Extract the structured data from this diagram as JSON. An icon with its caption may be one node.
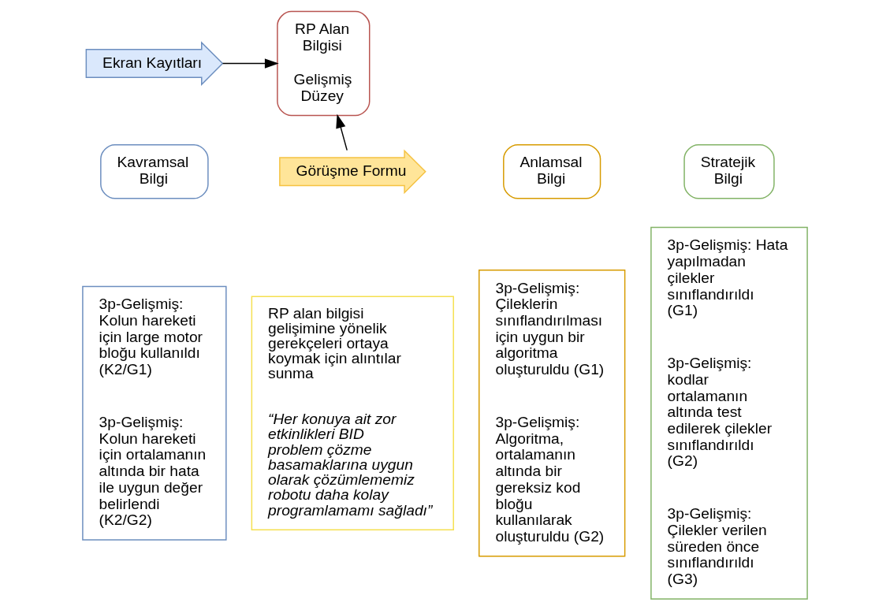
{
  "diagram": {
    "nodes": [
      {
        "text": [
          "Ekran Kayıtları"
        ]
      },
      {
        "text": [
          "RP Alan Bilgisi",
          "Gelişmiş Düzey"
        ]
      },
      {
        "text": [
          "Kavramsal Bilgi"
        ]
      },
      {
        "text": [
          "Anlamsal Bilgi"
        ]
      },
      {
        "text": [
          "Stratejik Bilgi"
        ]
      },
      {
        "text": [
          "Görüşme Formu"
        ]
      },
      {
        "text": [
          "3p-Gelişmiş: Kolun hareketi için large motor bloğu kullanıldı (K2/G1)",
          "3p-Gelişmiş: Kolun hareketi için ortalamanın altında bir hata ile uygun değer belirlendi (K2/G2)"
        ]
      },
      {
        "text": [
          "3p-Gelişmiş: Çileklerin sınıflandırılması için uygun bir algoritma oluşturuldu (G1)",
          "3p-Gelişmiş: Algoritma, ortalamanın altında bir gereksiz kod bloğu kullanılarak oluşturuldu (G2)"
        ]
      },
      {
        "text": [
          "3p-Gelişmiş: Hata yapılmadan çilekler sınıflandırıldı (G1)",
          "3p-Gelişmiş: kodlar ortalamanın altında test edilerek çilekler sınıflandırıldı (G2)",
          "3p-Gelişmiş: Çilekler verilen süreden önce sınıflandırıldı (G3)"
        ]
      },
      {
        "text": [
          "RP alan bilgisi gelişimine yönelik gerekçeleri ortaya koymak için alıntılar sunma",
          "“Her konuya ait zor etkinlikleri BID problem çözme basamaklarına uygun olarak çözümlememiz robotu daha kolay programlamamı sağladı”"
        ]
      }
    ],
    "edges": [
      {
        "from": 0,
        "to": 1,
        "arrow": "to"
      },
      {
        "from": 5,
        "to": 1,
        "arrow": "to"
      }
    ]
  }
}
